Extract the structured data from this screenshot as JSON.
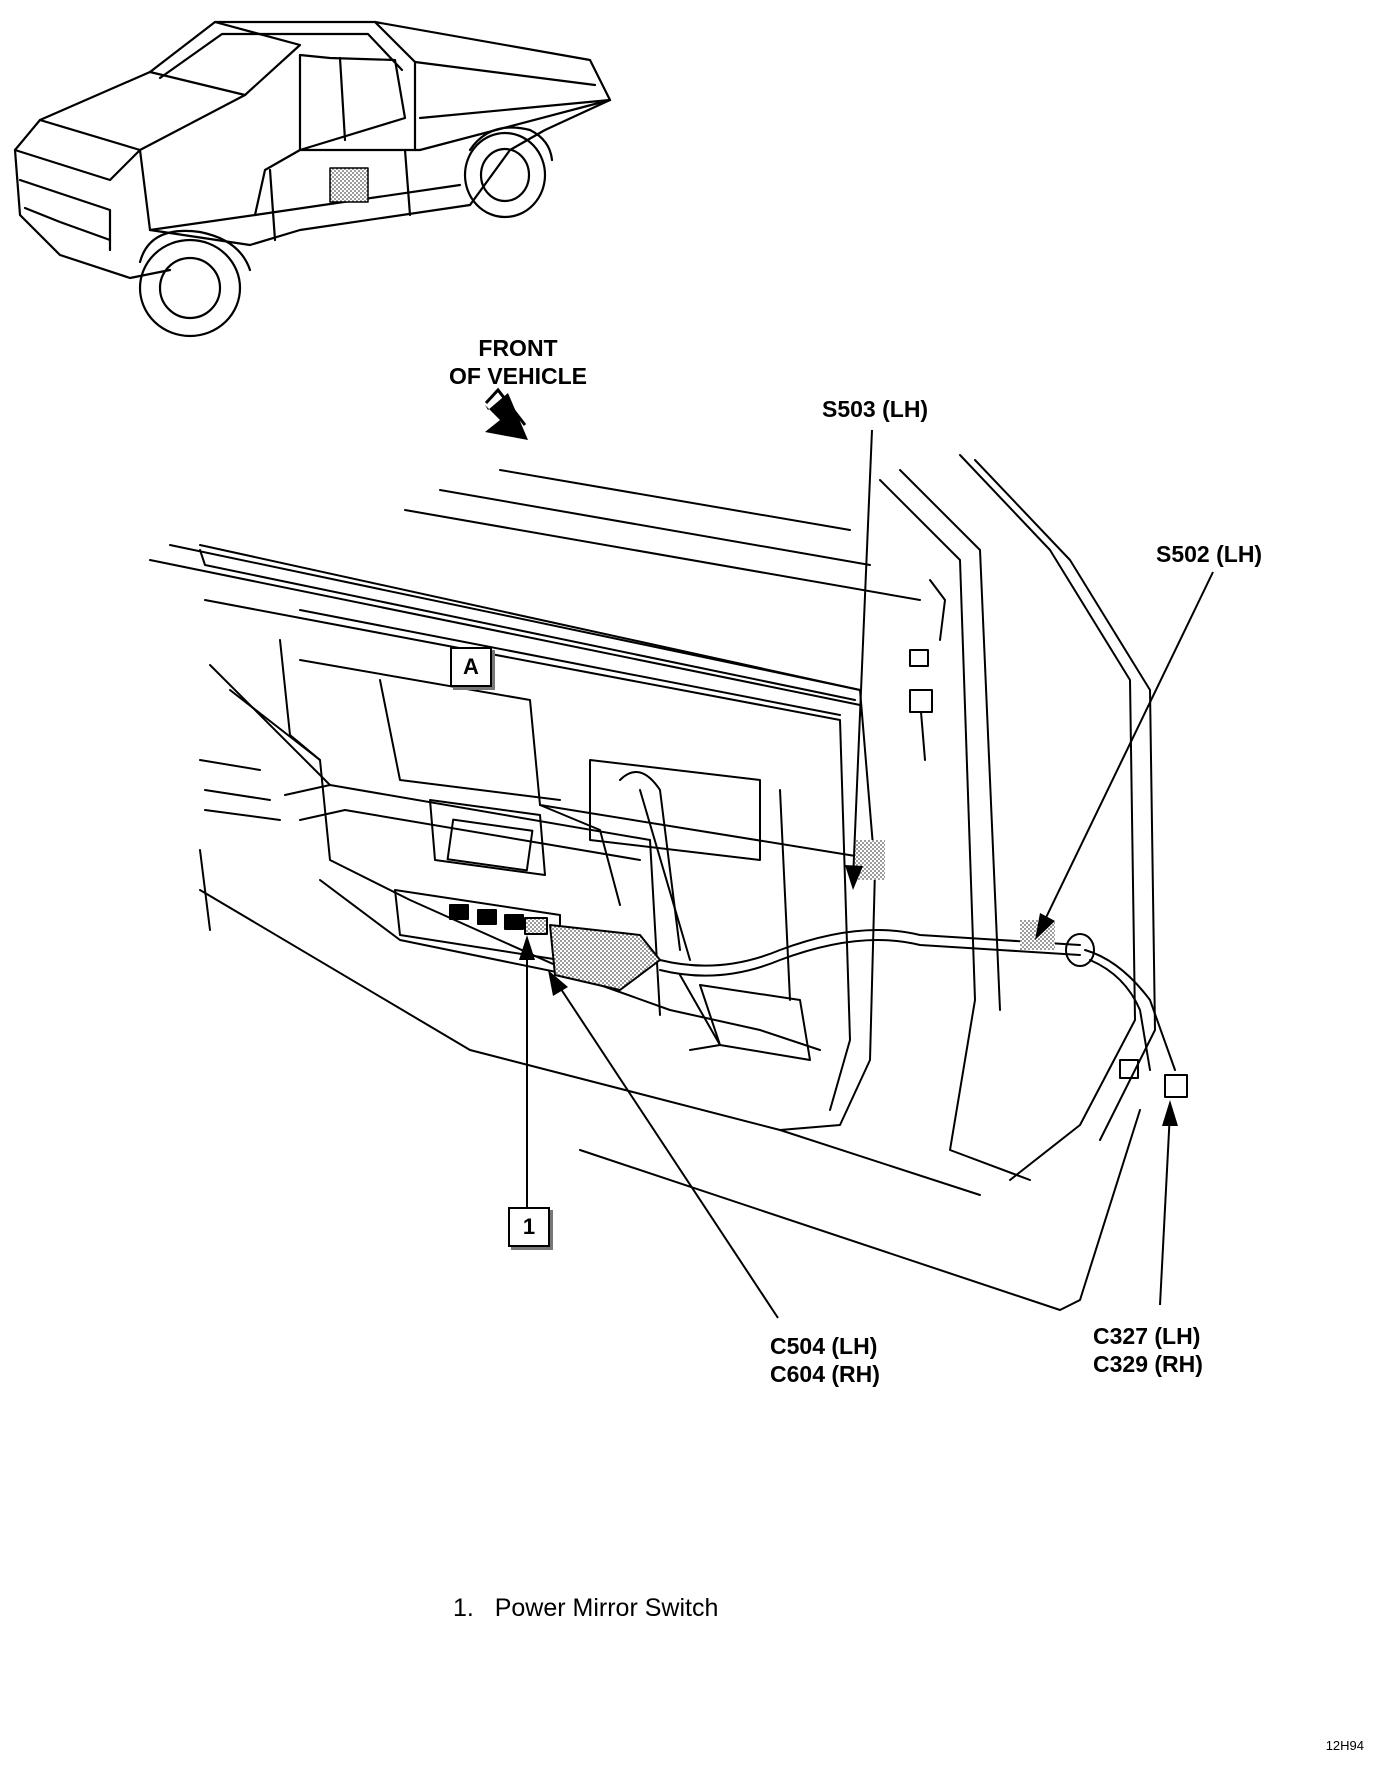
{
  "labels": {
    "front_line1": "FRONT",
    "front_line2": "OF VEHICLE",
    "s503": "S503 (LH)",
    "s502": "S502 (LH)",
    "c504": "C504 (LH)",
    "c604": "C604 (RH)",
    "c327": "C327 (LH)",
    "c329": "C329 (RH)"
  },
  "callouts": {
    "view_a": "A",
    "item_1": "1"
  },
  "legend": {
    "items": [
      {
        "number": "1.",
        "text": "Power Mirror Switch"
      }
    ]
  },
  "figure_code": "12H94"
}
